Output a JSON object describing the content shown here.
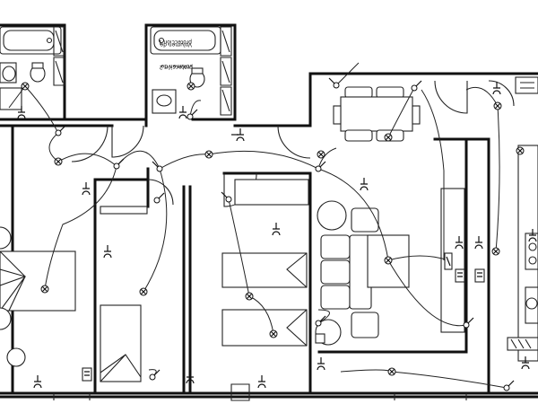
{
  "labels": {
    "tub_left": "",
    "tub_right_line1": "Volumen de",
    "tub_right_line2": "protección 1",
    "tub_right_zone2_line1": "Volumen de",
    "tub_right_zone2_line2": "protección 2"
  },
  "colors": {
    "ink": "#111111",
    "paper": "#ffffff"
  },
  "icons": [
    "ceiling-light-icon",
    "switch-icon",
    "socket-icon",
    "panel-box-icon",
    "door-swing-icon"
  ]
}
